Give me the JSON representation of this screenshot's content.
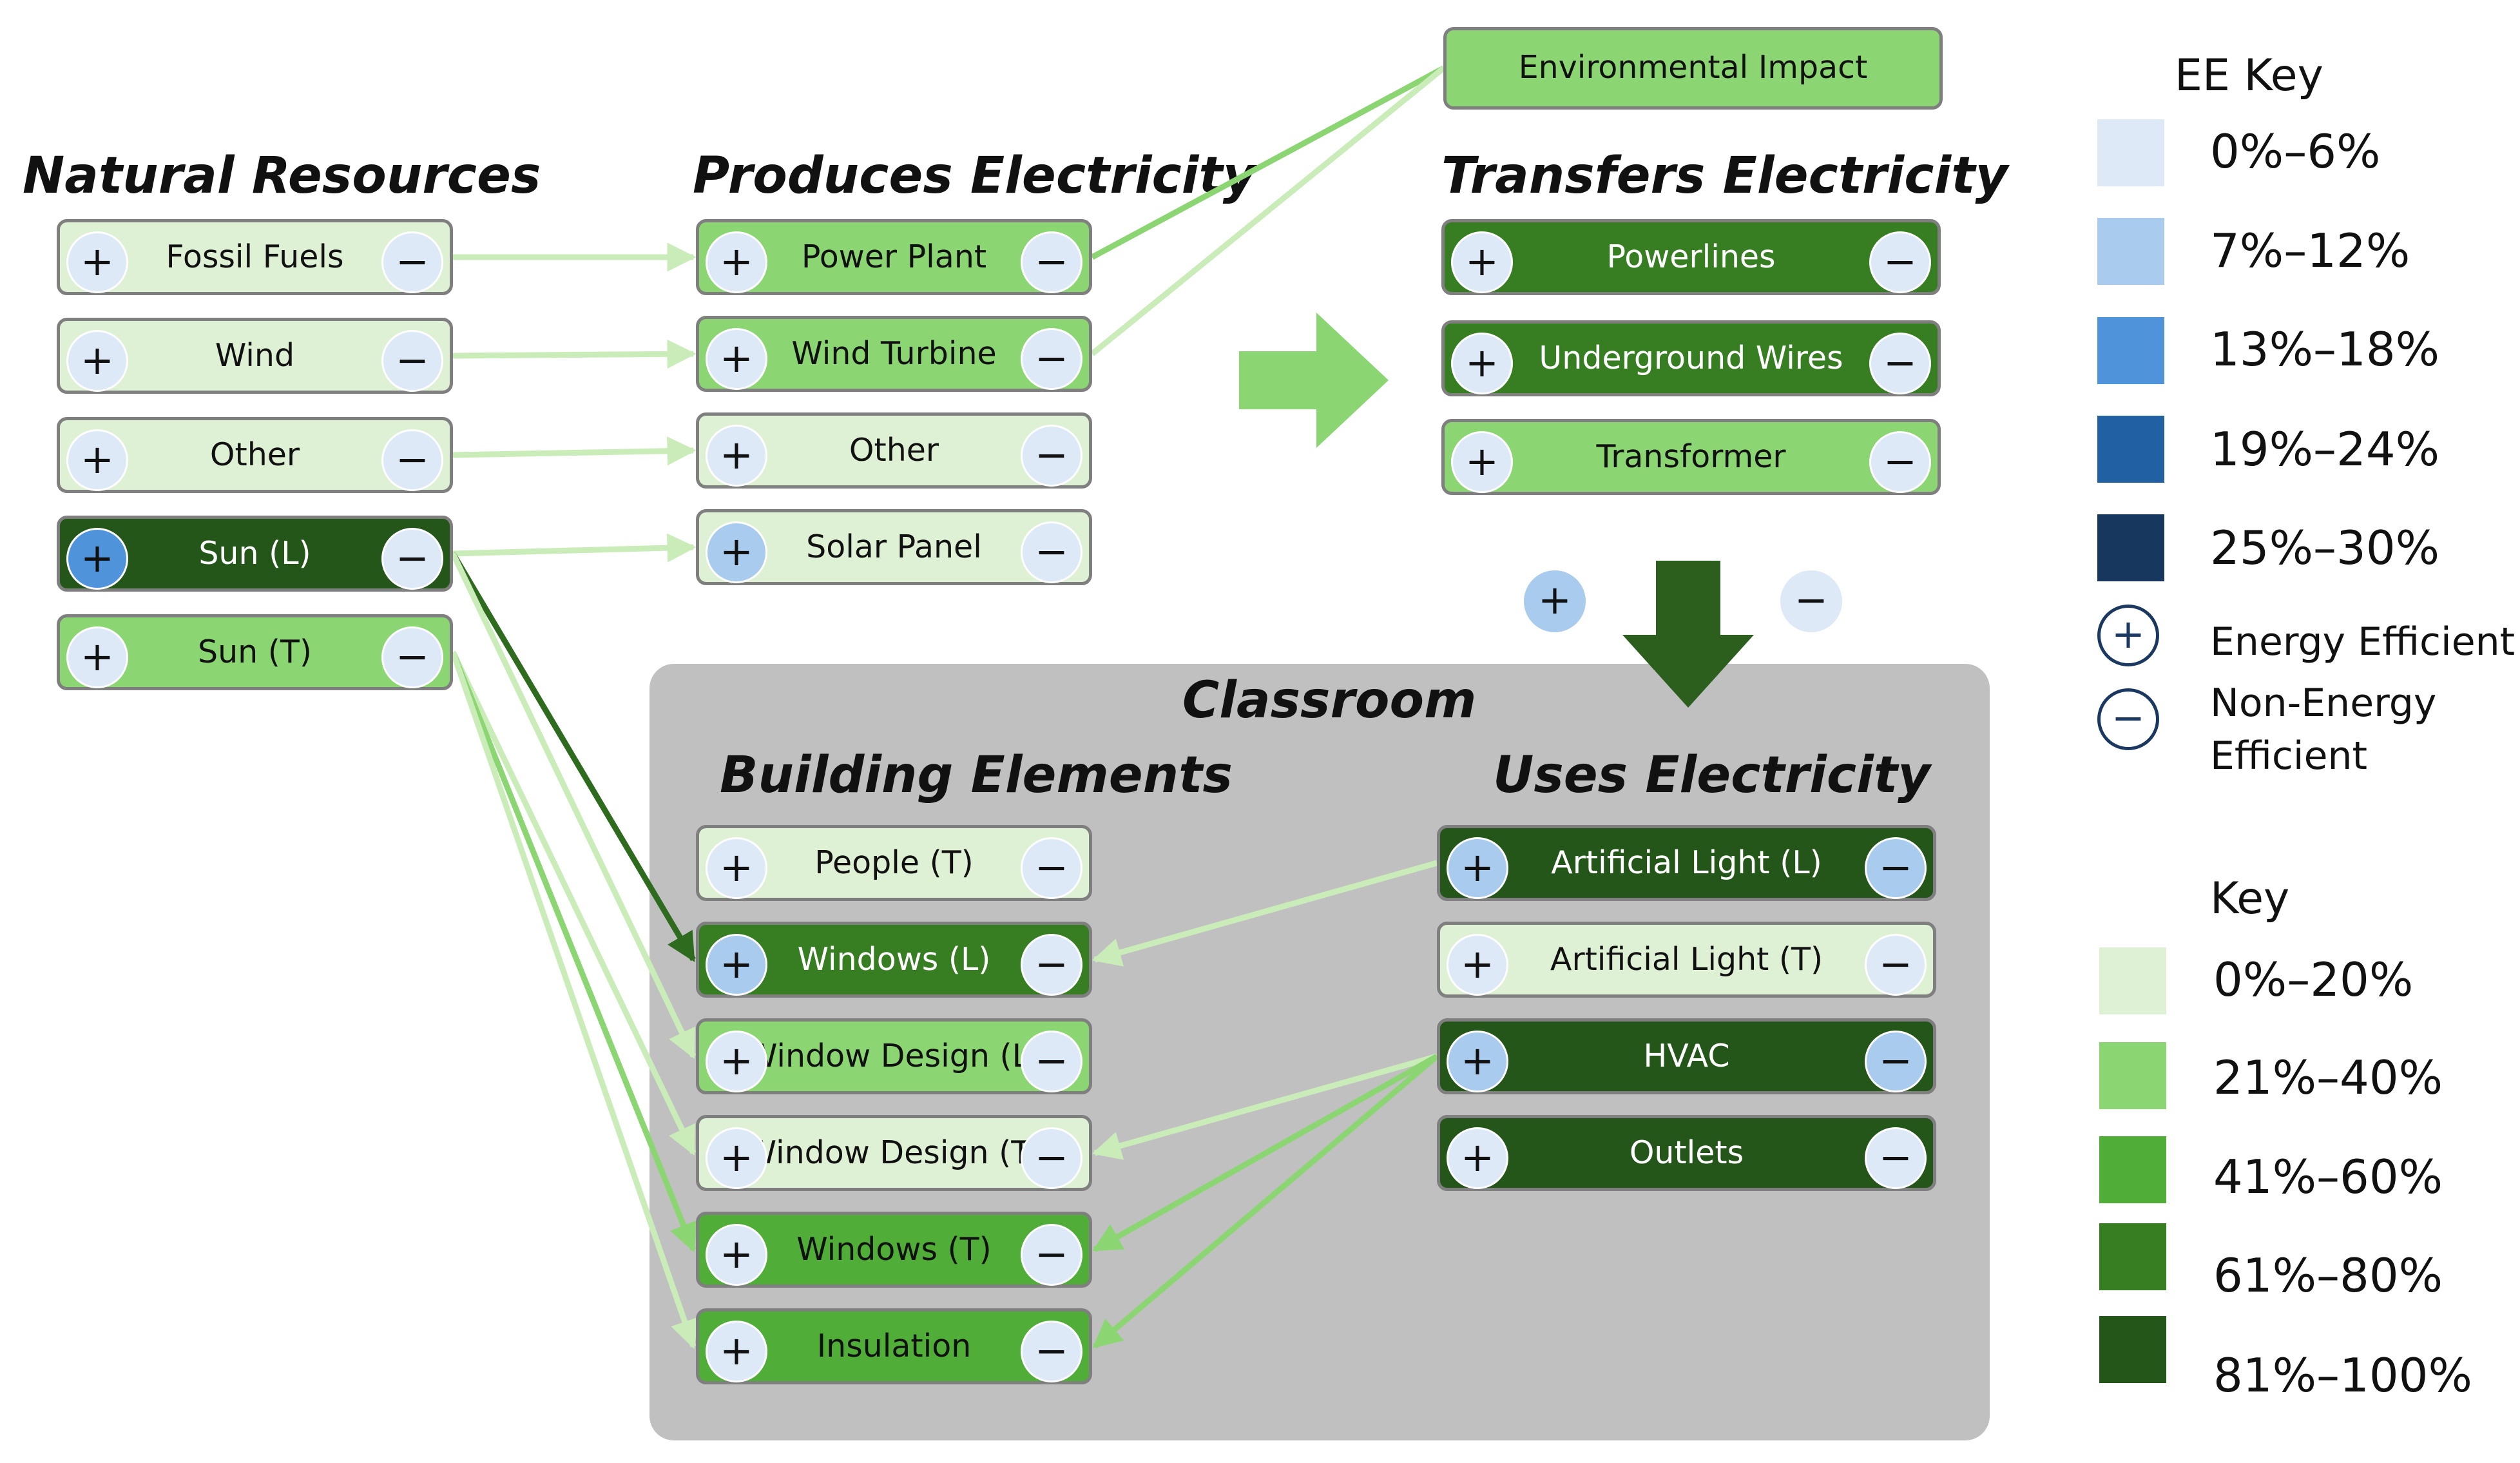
{
  "colors": {
    "g1": "#dff1d5",
    "g2": "#8bd672",
    "g3": "#4fad38",
    "g4": "#377e23",
    "g5": "#24561a",
    "b1": "#dde9f7",
    "b2": "#a9cbee",
    "b3": "#4f94db",
    "b4": "#2160a3",
    "b5": "#18375f",
    "link_light": "#c9ecb9",
    "link_mid": "#8bd672",
    "link_dark": "#2f6b1f",
    "arrow_mid": "#8bd672",
    "arrow_dark": "#2c5e1d",
    "panel": "#c0c0c0"
  },
  "headings": {
    "natural": "Natural Resources",
    "produces": "Produces Electricity",
    "transfers": "Transfers Electricity",
    "classroom": "Classroom",
    "building": "Building Elements",
    "uses": "Uses Electricity"
  },
  "symbols": {
    "plus": "+",
    "minus": "−"
  },
  "environmental": {
    "label": "Environmental Impact"
  },
  "natural": [
    {
      "label": "Fossil Fuels",
      "fill": "g1",
      "plus": "b1",
      "minus": "b1"
    },
    {
      "label": "Wind",
      "fill": "g1",
      "plus": "b1",
      "minus": "b1"
    },
    {
      "label": "Other",
      "fill": "g1",
      "plus": "b1",
      "minus": "b1"
    },
    {
      "label": "Sun (L)",
      "fill": "g5",
      "plus": "b3",
      "minus": "b1"
    },
    {
      "label": "Sun (T)",
      "fill": "g2",
      "plus": "b1",
      "minus": "b1"
    }
  ],
  "produces": [
    {
      "label": "Power Plant",
      "fill": "g2",
      "plus": "b1",
      "minus": "b1"
    },
    {
      "label": "Wind Turbine",
      "fill": "g2",
      "plus": "b1",
      "minus": "b1"
    },
    {
      "label": "Other",
      "fill": "g1",
      "plus": "b1",
      "minus": "b1"
    },
    {
      "label": "Solar Panel",
      "fill": "g1",
      "plus": "b2",
      "minus": "b1"
    }
  ],
  "transfers": [
    {
      "label": "Powerlines",
      "fill": "g4",
      "plus": "b1",
      "minus": "b1"
    },
    {
      "label": "Underground Wires",
      "fill": "g4",
      "plus": "b1",
      "minus": "b1"
    },
    {
      "label": "Transformer",
      "fill": "g2",
      "plus": "b1",
      "minus": "b1"
    }
  ],
  "building": [
    {
      "label": "People (T)",
      "fill": "g1",
      "plus": "b1",
      "minus": "b1"
    },
    {
      "label": "Windows (L)",
      "fill": "g4",
      "plus": "b2",
      "minus": "b1"
    },
    {
      "label": "Window Design (L)",
      "fill": "g2",
      "plus": "b1",
      "minus": "b1"
    },
    {
      "label": "Window Design (T)",
      "fill": "g1",
      "plus": "b1",
      "minus": "b1"
    },
    {
      "label": "Windows (T)",
      "fill": "g3",
      "plus": "b1",
      "minus": "b1"
    },
    {
      "label": "Insulation",
      "fill": "g3",
      "plus": "b1",
      "minus": "b1"
    }
  ],
  "uses": [
    {
      "label": "Artificial Light (L)",
      "fill": "g5",
      "plus": "b2",
      "minus": "b2"
    },
    {
      "label": "Artificial Light (T)",
      "fill": "g1",
      "plus": "b1",
      "minus": "b1"
    },
    {
      "label": "HVAC",
      "fill": "g5",
      "plus": "b2",
      "minus": "b2"
    },
    {
      "label": "Outlets",
      "fill": "g5",
      "plus": "b1",
      "minus": "b1"
    }
  ],
  "summary_indicators": {
    "plus": "b2",
    "minus": "b1"
  },
  "links": [
    {
      "from": "natural.0",
      "to": "produces.0",
      "color": "link_light",
      "arrow": true
    },
    {
      "from": "natural.1",
      "to": "produces.1",
      "color": "link_light",
      "arrow": true
    },
    {
      "from": "natural.2",
      "to": "produces.2",
      "color": "link_light",
      "arrow": true
    },
    {
      "from": "natural.3",
      "to": "produces.3",
      "color": "link_light",
      "arrow": true
    },
    {
      "from": "produces.0",
      "to": "environmental",
      "color": "link_mid",
      "arrow": false
    },
    {
      "from": "produces.1",
      "to": "environmental",
      "color": "link_light",
      "arrow": false
    },
    {
      "from": "natural.3",
      "to": "building.1",
      "color": "link_dark",
      "arrow": true
    },
    {
      "from": "natural.3",
      "to": "building.2",
      "color": "link_light",
      "arrow": true
    },
    {
      "from": "natural.4",
      "to": "building.3",
      "color": "link_light",
      "arrow": true
    },
    {
      "from": "natural.4",
      "to": "building.4",
      "color": "link_mid",
      "arrow": true
    },
    {
      "from": "natural.4",
      "to": "building.5",
      "color": "link_light",
      "arrow": true
    },
    {
      "from": "uses.0",
      "to": "building.1",
      "color": "link_light",
      "arrow": true
    },
    {
      "from": "uses.2",
      "to": "building.3",
      "color": "link_light",
      "arrow": true
    },
    {
      "from": "uses.2",
      "to": "building.4",
      "color": "link_mid",
      "arrow": true
    },
    {
      "from": "uses.2",
      "to": "building.5",
      "color": "link_mid",
      "arrow": true
    }
  ],
  "ee_key": {
    "title": "EE Key",
    "items": [
      {
        "label": "0%–6%",
        "color": "b1"
      },
      {
        "label": "7%–12%",
        "color": "b2"
      },
      {
        "label": "13%–18%",
        "color": "b3"
      },
      {
        "label": "19%–24%",
        "color": "b4"
      },
      {
        "label": "25%–30%",
        "color": "b5"
      }
    ],
    "plus_label": "Energy Efficient",
    "minus_label_1": "Non-Energy",
    "minus_label_2": "Efficient"
  },
  "key": {
    "title": "Key",
    "items": [
      {
        "label": "0%–20%",
        "color": "g1"
      },
      {
        "label": "21%–40%",
        "color": "g2"
      },
      {
        "label": "41%–60%",
        "color": "g3"
      },
      {
        "label": "61%–80%",
        "color": "g4"
      },
      {
        "label": "81%–100%",
        "color": "g5"
      }
    ]
  }
}
